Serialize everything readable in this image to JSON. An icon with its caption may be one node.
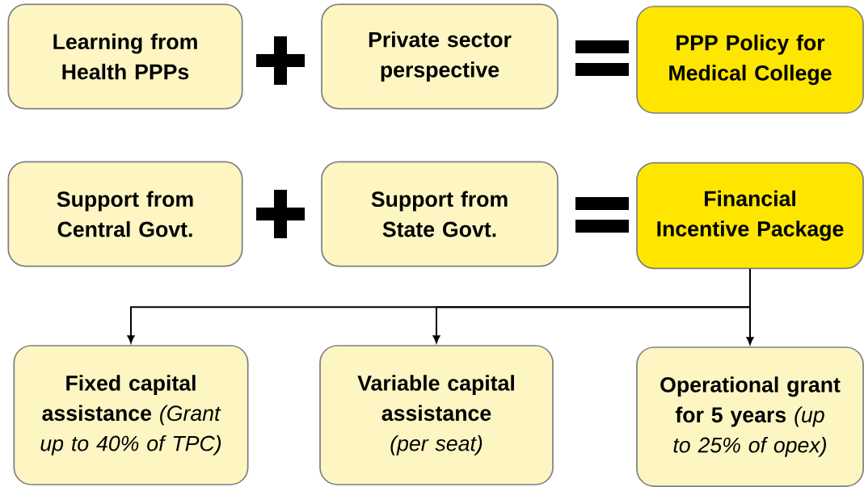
{
  "diagram": {
    "nodes": [
      {
        "text": [
          "Learning from Health PPPs"
        ]
      },
      {
        "text": [
          "Private sector perspective"
        ]
      },
      {
        "text": [
          "PPP Policy for Medical College"
        ]
      },
      {
        "text": [
          "Support from Central Govt."
        ]
      },
      {
        "text": [
          "Support from State Govt."
        ]
      },
      {
        "text": [
          "Financial Incentive Package"
        ]
      },
      {
        "text": [
          "**Fixed capital assistance** *(Grant up to 40% of TPC)*"
        ]
      },
      {
        "text": [
          "**Variable capital assistance** *(per seat)*"
        ]
      },
      {
        "text": [
          "**Operational grant for 5 years** *(up to 25% of opex)*"
        ]
      }
    ],
    "edges": [
      {
        "from": 5,
        "to": 6,
        "arrow": "to"
      },
      {
        "from": 5,
        "to": 7,
        "arrow": "to"
      },
      {
        "from": 5,
        "to": 8,
        "arrow": "to"
      }
    ]
  }
}
